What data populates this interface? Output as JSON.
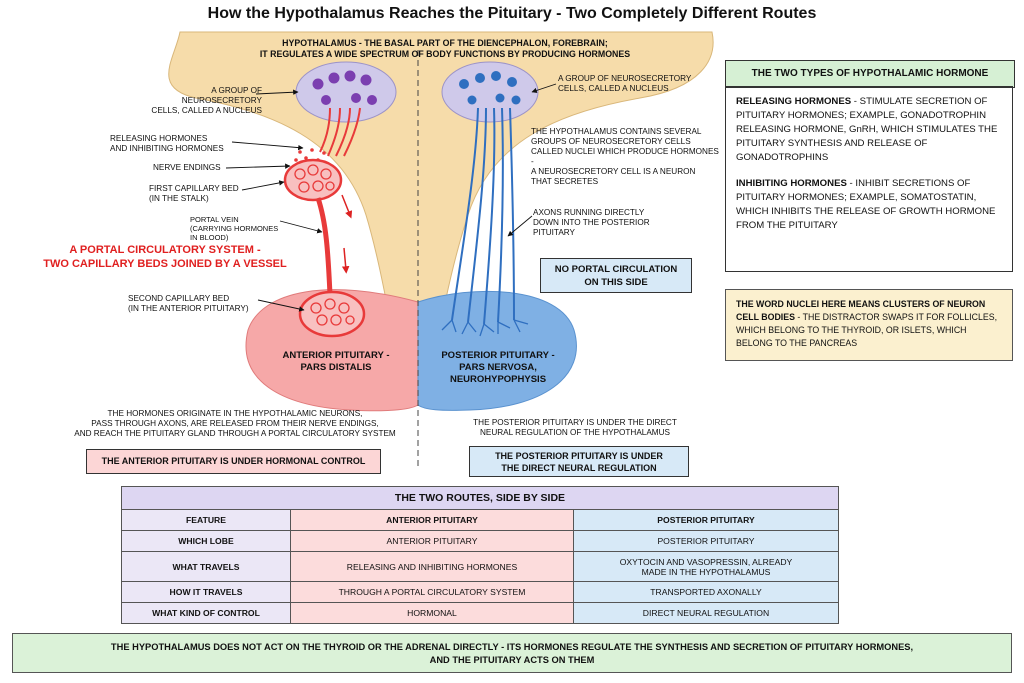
{
  "title": "How the Hypothalamus Reaches the Pituitary - Two Completely Different Routes",
  "hypothalamus_label": {
    "line1": "HYPOTHALAMUS - THE BASAL PART OF THE DIENCEPHALON, FOREBRAIN;",
    "line2": "IT REGULATES A WIDE SPECTRUM OF BODY FUNCTIONS BY PRODUCING HORMONES"
  },
  "left": {
    "nucleus": {
      "line1": "A GROUP OF NEUROSECRETORY",
      "line2": "CELLS, CALLED A NUCLEUS"
    },
    "releasing": {
      "line1": "RELEASING HORMONES",
      "line2": "AND INHIBITING HORMONES"
    },
    "nerve_endings": "NERVE ENDINGS",
    "first_capillary": {
      "line1": "FIRST CAPILLARY BED",
      "line2": "(IN THE STALK)"
    },
    "portal_vein": {
      "line1": "PORTAL VEIN",
      "line2": "(CARRYING HORMONES",
      "line3": "IN BLOOD)"
    },
    "portal_system": {
      "line1": "A PORTAL CIRCULATORY SYSTEM -",
      "line2": "TWO CAPILLARY BEDS JOINED BY A VESSEL"
    },
    "second_capillary": {
      "line1": "SECOND CAPILLARY BED",
      "line2": "(IN THE ANTERIOR PITUITARY)"
    },
    "lobe": {
      "line1": "ANTERIOR PITUITARY -",
      "line2": "PARS DISTALIS"
    },
    "description": {
      "line1": "THE HORMONES ORIGINATE IN THE HYPOTHALAMIC NEURONS,",
      "line2": "PASS THROUGH AXONS, ARE RELEASED FROM THEIR NERVE ENDINGS,",
      "line3": "AND REACH THE PITUITARY GLAND THROUGH A PORTAL CIRCULATORY SYSTEM"
    },
    "control_box": "THE ANTERIOR PITUITARY IS UNDER HORMONAL CONTROL"
  },
  "right": {
    "nucleus": {
      "line1": "A GROUP OF NEUROSECRETORY",
      "line2": "CELLS, CALLED A NUCLEUS"
    },
    "nuclei_info": {
      "line1": "THE HYPOTHALAMUS CONTAINS SEVERAL",
      "line2": "GROUPS OF NEUROSECRETORY CELLS",
      "line3": "CALLED NUCLEI WHICH PRODUCE HORMONES -",
      "line4": "A NEUROSECRETORY CELL IS A NEURON",
      "line5": "THAT SECRETES"
    },
    "axons": {
      "line1": "AXONS RUNNING DIRECTLY",
      "line2": "DOWN INTO THE POSTERIOR",
      "line3": "PITUITARY"
    },
    "no_portal": {
      "line1": "NO PORTAL CIRCULATION",
      "line2": "ON THIS SIDE"
    },
    "lobe": {
      "line1": "POSTERIOR PITUITARY -",
      "line2": "PARS NERVOSA,",
      "line3": "NEUROHYPOPHYSIS"
    },
    "description": {
      "line1": "THE POSTERIOR PITUITARY IS UNDER THE DIRECT",
      "line2": "NEURAL REGULATION OF THE HYPOTHALAMUS"
    },
    "control_box": {
      "line1": "THE POSTERIOR PITUITARY IS UNDER",
      "line2": "THE DIRECT NEURAL REGULATION"
    }
  },
  "sidebar": {
    "header": "THE TWO TYPES OF HYPOTHALAMIC HORMONE",
    "releasing_term": "RELEASING HORMONES",
    "releasing_text": " - STIMULATE SECRETION OF PITUITARY HORMONES; EXAMPLE, GONADOTROPHIN RELEASING HORMONE, GnRH, WHICH STIMULATES THE PITUITARY SYNTHESIS AND RELEASE OF GONADOTROPHINS",
    "inhibiting_term": "INHIBITING HORMONES",
    "inhibiting_text": " - INHIBIT SECRETIONS OF PITUITARY HORMONES; EXAMPLE, SOMATOSTATIN, WHICH INHIBITS THE RELEASE OF GROWTH HORMONE FROM THE PITUITARY"
  },
  "note": {
    "bold": "THE WORD NUCLEI HERE MEANS CLUSTERS OF NEURON CELL BODIES",
    "text": " - THE DISTRACTOR SWAPS IT FOR FOLLICLES, WHICH BELONG TO THE THYROID, OR ISLETS, WHICH BELONG TO THE PANCREAS"
  },
  "table": {
    "title": "THE TWO ROUTES, SIDE BY SIDE",
    "headers": [
      "FEATURE",
      "ANTERIOR PITUITARY",
      "POSTERIOR PITUITARY"
    ],
    "rows": [
      [
        "WHICH LOBE",
        "ANTERIOR PITUITARY",
        "POSTERIOR PITUITARY"
      ],
      [
        "WHAT TRAVELS",
        "RELEASING AND INHIBITING HORMONES",
        "OXYTOCIN AND VASOPRESSIN, ALREADY MADE IN THE HYPOTHALAMUS"
      ],
      [
        "HOW IT TRAVELS",
        "THROUGH A PORTAL CIRCULATORY SYSTEM",
        "TRANSPORTED AXONALLY"
      ],
      [
        "WHAT KIND OF CONTROL",
        "HORMONAL",
        "DIRECT NEURAL REGULATION"
      ]
    ]
  },
  "bottom": {
    "line1": "THE HYPOTHALAMUS DOES NOT ACT ON THE THYROID OR THE ADRENAL DIRECTLY - ITS HORMONES REGULATE THE SYNTHESIS AND SECRETION OF PITUITARY HORMONES,",
    "line2": "AND THE PITUITARY ACTS ON THEM"
  },
  "colors": {
    "hypothalamus": "#f6dcaa",
    "nucleus": "#cfc9ea",
    "portal_red": "#e83a3a",
    "anterior": "#f6a8a8",
    "posterior": "#7fb0e4",
    "axon_blue": "#2f6fc0",
    "neuron_purple": "#7b3fb0"
  }
}
